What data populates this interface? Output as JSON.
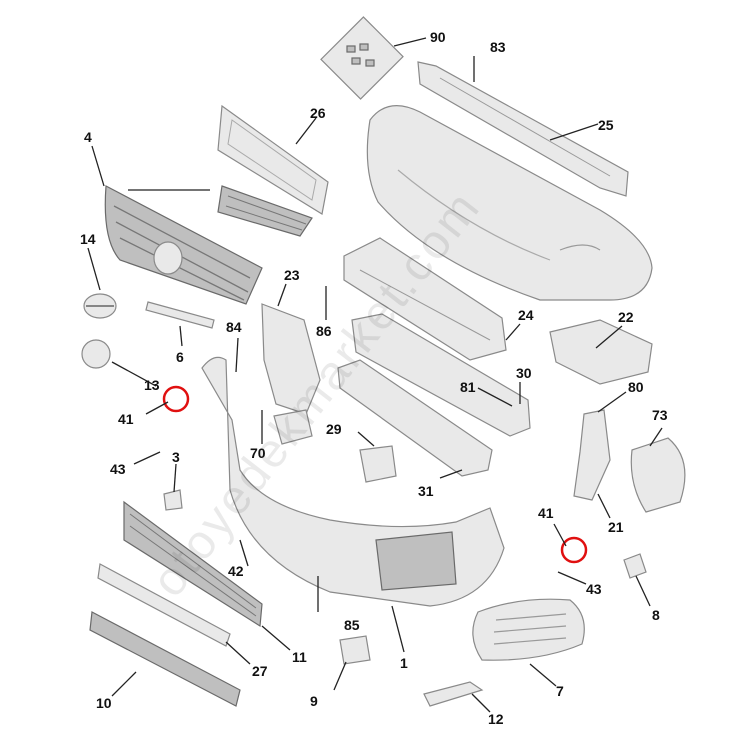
{
  "watermark": "otoyedekmarket.com",
  "callouts": [
    {
      "id": "c90",
      "label": "90"
    },
    {
      "id": "c83",
      "label": "83"
    },
    {
      "id": "c26",
      "label": "26"
    },
    {
      "id": "c25",
      "label": "25"
    },
    {
      "id": "c4",
      "label": "4"
    },
    {
      "id": "c14",
      "label": "14"
    },
    {
      "id": "c23",
      "label": "23"
    },
    {
      "id": "c24",
      "label": "24"
    },
    {
      "id": "c22",
      "label": "22"
    },
    {
      "id": "c84",
      "label": "84"
    },
    {
      "id": "c86",
      "label": "86"
    },
    {
      "id": "c6",
      "label": "6"
    },
    {
      "id": "c13",
      "label": "13"
    },
    {
      "id": "c41a",
      "label": "41"
    },
    {
      "id": "c81",
      "label": "81"
    },
    {
      "id": "c30",
      "label": "30"
    },
    {
      "id": "c80",
      "label": "80"
    },
    {
      "id": "c73",
      "label": "73"
    },
    {
      "id": "c70",
      "label": "70"
    },
    {
      "id": "c29",
      "label": "29"
    },
    {
      "id": "c43a",
      "label": "43"
    },
    {
      "id": "c3",
      "label": "3"
    },
    {
      "id": "c31",
      "label": "31"
    },
    {
      "id": "c41b",
      "label": "41"
    },
    {
      "id": "c21",
      "label": "21"
    },
    {
      "id": "c42",
      "label": "42"
    },
    {
      "id": "c43b",
      "label": "43"
    },
    {
      "id": "c8",
      "label": "8"
    },
    {
      "id": "c85",
      "label": "85"
    },
    {
      "id": "c11",
      "label": "11"
    },
    {
      "id": "c27",
      "label": "27"
    },
    {
      "id": "c1",
      "label": "1"
    },
    {
      "id": "c7",
      "label": "7"
    },
    {
      "id": "c10",
      "label": "10"
    },
    {
      "id": "c9",
      "label": "9"
    },
    {
      "id": "c12",
      "label": "12"
    }
  ],
  "colors": {
    "highlight": "#e01010",
    "part_fill": "#e9e9e9",
    "part_outline": "#8a8a8a"
  }
}
